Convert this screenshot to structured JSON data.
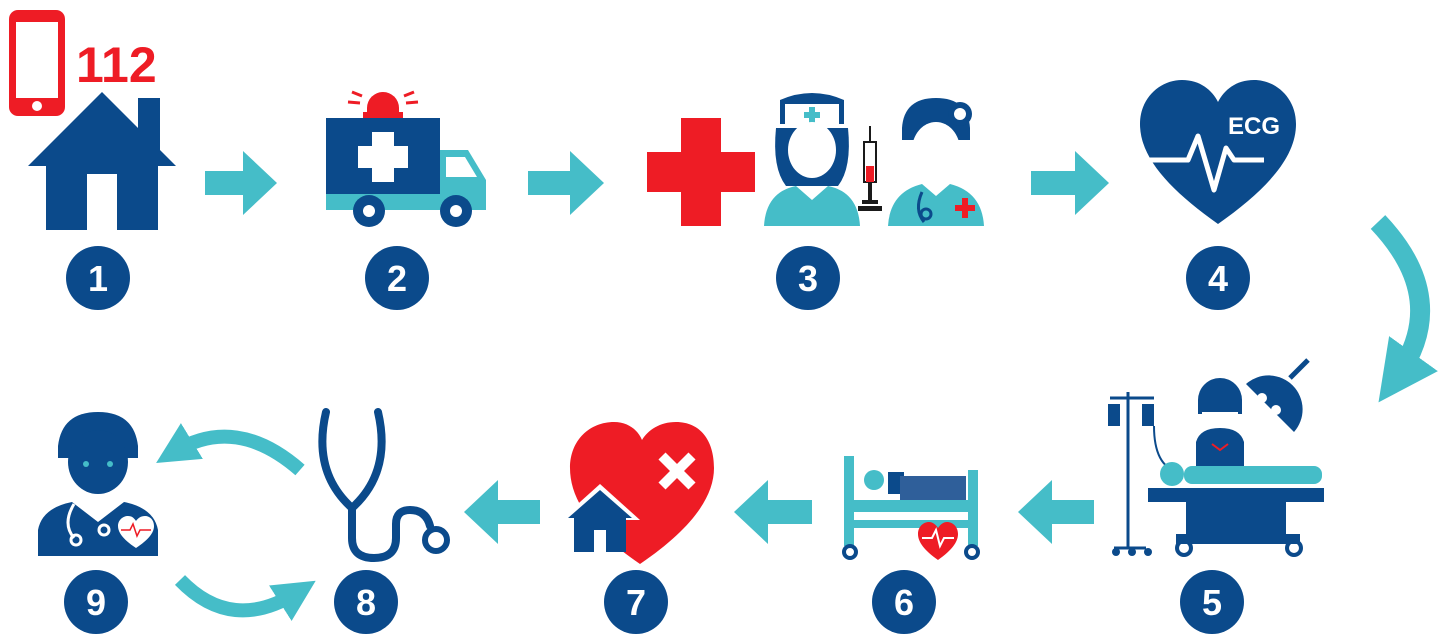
{
  "colors": {
    "navy": "#0b4a8b",
    "teal": "#45bdc8",
    "red": "#ee1c25",
    "white": "#ffffff"
  },
  "phone_number": "112",
  "ecg_label": "ECG",
  "steps": [
    {
      "number": "1",
      "icon": "house-with-phone-icon"
    },
    {
      "number": "2",
      "icon": "ambulance-icon"
    },
    {
      "number": "3",
      "icon": "medical-staff-icon"
    },
    {
      "number": "4",
      "icon": "heart-ecg-icon"
    },
    {
      "number": "5",
      "icon": "operating-room-icon"
    },
    {
      "number": "6",
      "icon": "hospital-bed-icon"
    },
    {
      "number": "7",
      "icon": "heart-home-icon"
    },
    {
      "number": "8",
      "icon": "stethoscope-icon"
    },
    {
      "number": "9",
      "icon": "doctor-cardiologist-icon"
    }
  ]
}
